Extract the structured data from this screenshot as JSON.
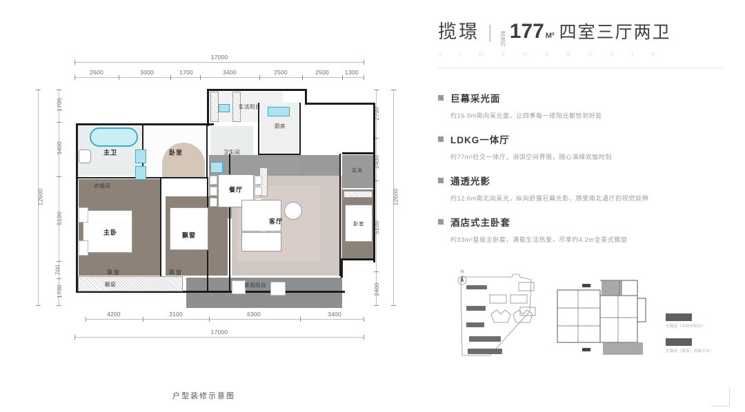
{
  "header": {
    "project_name": "揽璟",
    "divider": "|",
    "area_prefix": "建面约",
    "area_value": "177",
    "area_unit": "M²",
    "room_spec": "四室三厅两卫",
    "pinyin": "J I N S H A N G J I N"
  },
  "features": [
    {
      "title": "巨幕采光面",
      "desc": "约16.9m南向采光面，让四季每一缕阳光都恰到好处"
    },
    {
      "title": "LDKG一体厅",
      "desc": "约77m²社交一体厅，消弭空间界限，随心演绎欢愉时刻"
    },
    {
      "title": "通透光影",
      "desc": "约12.6m南北向采光，纵向舒展巨幕光影，感受南北通厅的视觉延伸"
    },
    {
      "title": "酒店式主卧套",
      "desc": "约33m²星级主卧套，满载生活热爱，尽享约4.2m全景式飘窗"
    }
  ],
  "floorplan": {
    "caption": "户型装修示意图",
    "dimensions": {
      "top_total": "17000",
      "top_segments": [
        "2600",
        "3000",
        "1700",
        "3400",
        "2500",
        "2500",
        "1300"
      ],
      "bottom_total": "17000",
      "bottom_segments": [
        "4200",
        "3100",
        "6300",
        "3400"
      ],
      "left_total": "12600",
      "left_segments": [
        "1700",
        "3400",
        "5100",
        "700",
        "1700"
      ],
      "right_total": "12600",
      "right_segments": [
        "2700",
        "2400",
        "5100",
        "2400"
      ]
    },
    "rooms": [
      {
        "name": "主卫"
      },
      {
        "name": "卧室"
      },
      {
        "name": "卫生间"
      },
      {
        "name": "生活阳台"
      },
      {
        "name": "厨房"
      },
      {
        "name": "餐厅"
      },
      {
        "name": "衣帽间"
      },
      {
        "name": "主卧"
      },
      {
        "name": "飘窗"
      },
      {
        "name": "客厅"
      },
      {
        "name": "玄关"
      },
      {
        "name": "景观阳台"
      }
    ]
  },
  "site_plan": {
    "compass_label": "N"
  },
  "legend": [
    {
      "label": "半赠送（半封闭阳台）"
    },
    {
      "label": "全赠送（飘窗、设备平台）"
    }
  ]
}
